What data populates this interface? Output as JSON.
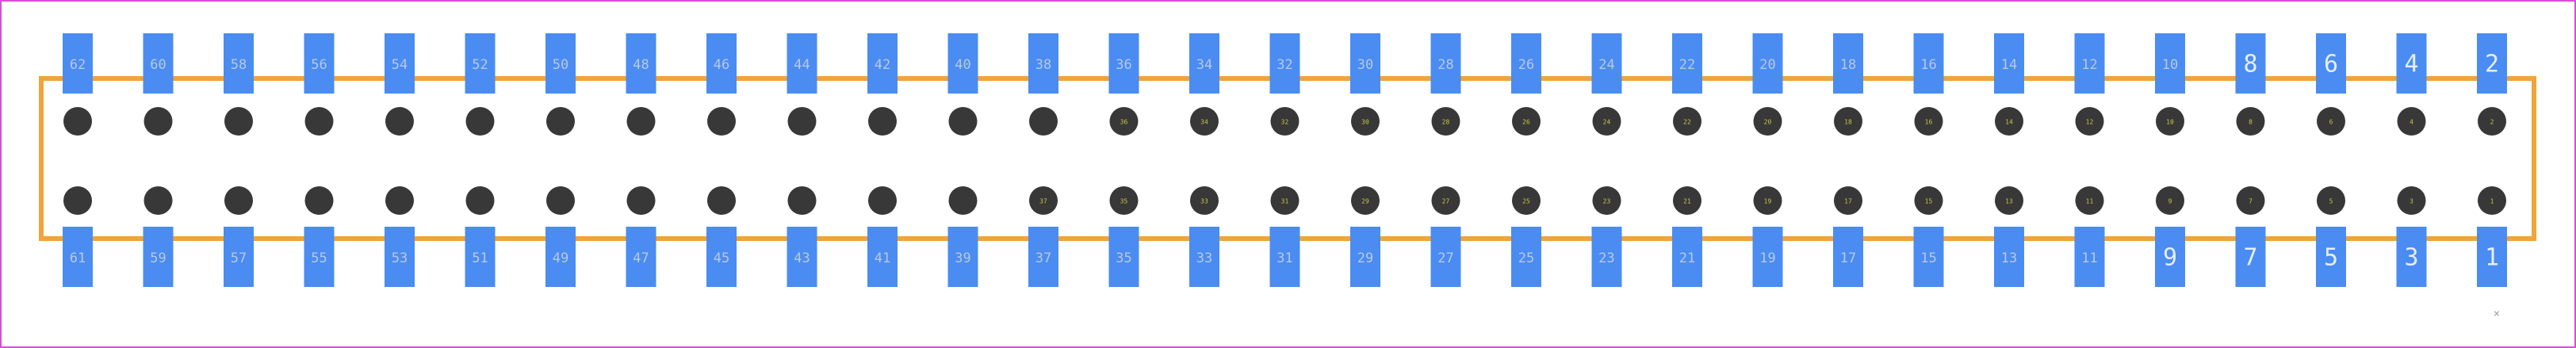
{
  "footprint": {
    "colors": {
      "frame": "#d64fd6",
      "pad": "#4a8cf2",
      "pad_label": "#b9c8de",
      "pad_label_bright": "#e6eef8",
      "outline": "#f0a43a",
      "drill": "#383838",
      "drill_label": "#8a8a7a",
      "drill_label_yellow": "#c6c64a",
      "origin_marker": "#a0a0a0"
    },
    "top_row": {
      "labels": [
        "62",
        "60",
        "58",
        "56",
        "54",
        "52",
        "50",
        "48",
        "46",
        "44",
        "42",
        "40",
        "38",
        "36",
        "34",
        "32",
        "30",
        "28",
        "26",
        "24",
        "22",
        "20",
        "18",
        "16",
        "14",
        "12",
        "10",
        "8",
        "6",
        "4",
        "2"
      ]
    },
    "bottom_row": {
      "labels": [
        "61",
        "59",
        "57",
        "55",
        "53",
        "51",
        "49",
        "47",
        "45",
        "43",
        "41",
        "39",
        "37",
        "35",
        "33",
        "31",
        "29",
        "27",
        "25",
        "23",
        "21",
        "19",
        "17",
        "15",
        "13",
        "11",
        "9",
        "7",
        "5",
        "3",
        "1"
      ]
    },
    "drill_rows": [
      {
        "row": "upper",
        "labels": [
          "",
          "",
          "",
          "",
          "",
          "",
          "",
          "",
          "",
          "",
          "",
          "",
          "",
          "36",
          "34",
          "32",
          "30",
          "28",
          "26",
          "24",
          "22",
          "20",
          "18",
          "16",
          "14",
          "12",
          "10",
          "8",
          "6",
          "4",
          "2"
        ]
      },
      {
        "row": "lower",
        "labels": [
          "",
          "",
          "",
          "",
          "",
          "",
          "",
          "",
          "",
          "",
          "",
          "",
          "37",
          "35",
          "33",
          "31",
          "29",
          "27",
          "25",
          "23",
          "21",
          "19",
          "17",
          "15",
          "13",
          "11",
          "9",
          "7",
          "5",
          "3",
          "1"
        ]
      }
    ],
    "origin_marker": "×"
  }
}
